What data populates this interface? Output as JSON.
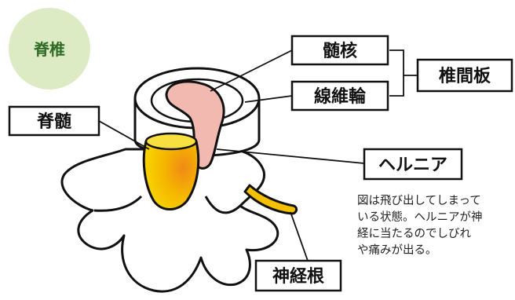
{
  "badge": {
    "label": "脊椎"
  },
  "labels": {
    "nucleus": "髄核",
    "annulus": "線維輪",
    "disc": "椎間板",
    "spinal_cord": "脊髄",
    "hernia": "ヘルニア",
    "nerve_root": "神経根"
  },
  "description": {
    "lines": [
      "図は飛び出してしまって",
      "いる状態。ヘルニアが神",
      "経に当たるのでしびれ",
      "や痛みが出る。"
    ]
  },
  "colors": {
    "badge_fill": "#dcebc4",
    "badge_text": "#2f6b24",
    "nucleus": "#f2b9b0",
    "cord": "#f6d000",
    "cord_shade": "#f08a16"
  }
}
